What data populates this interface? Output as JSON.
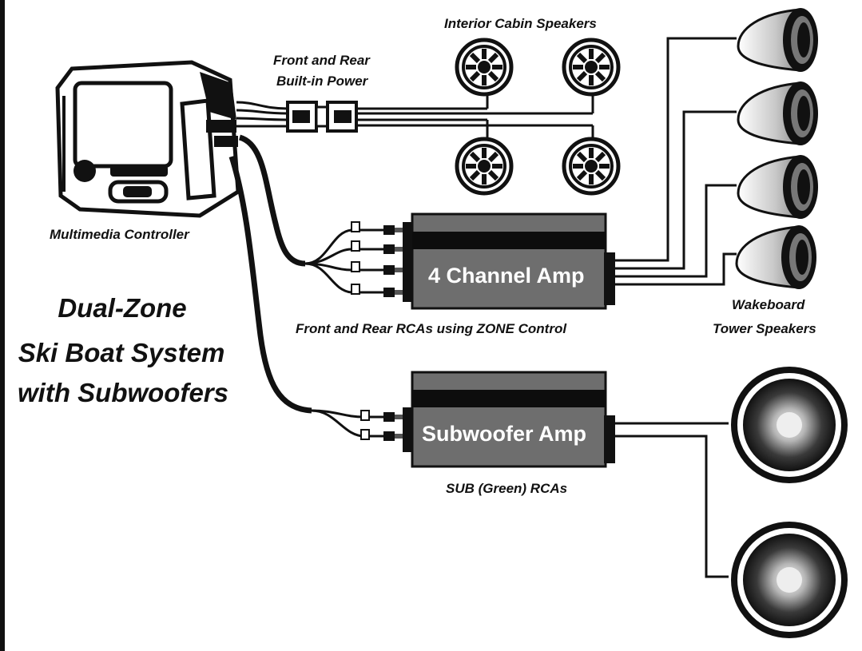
{
  "title": {
    "line1": "Dual-Zone",
    "line2": "Ski Boat System",
    "line3": "with Subwoofers"
  },
  "labels": {
    "controller": "Multimedia Controller",
    "power": {
      "line1": "Front and Rear",
      "line2": "Built-in Power"
    },
    "cabin": "Interior Cabin Speakers",
    "rcas_zone": "Front and Rear RCAs using ZONE Control",
    "rcas_sub": "SUB (Green) RCAs",
    "tower": {
      "line1": "Wakeboard",
      "line2": "Tower Speakers"
    }
  },
  "amps": {
    "four_channel": "4 Channel Amp",
    "subwoofer": "Subwoofer Amp"
  },
  "colors": {
    "frame": "#111111",
    "amp_body": "#6e6e6e",
    "amp_band": "#0d0d0d",
    "wire": "#1a1a1a",
    "speaker_wire": "#888888"
  }
}
